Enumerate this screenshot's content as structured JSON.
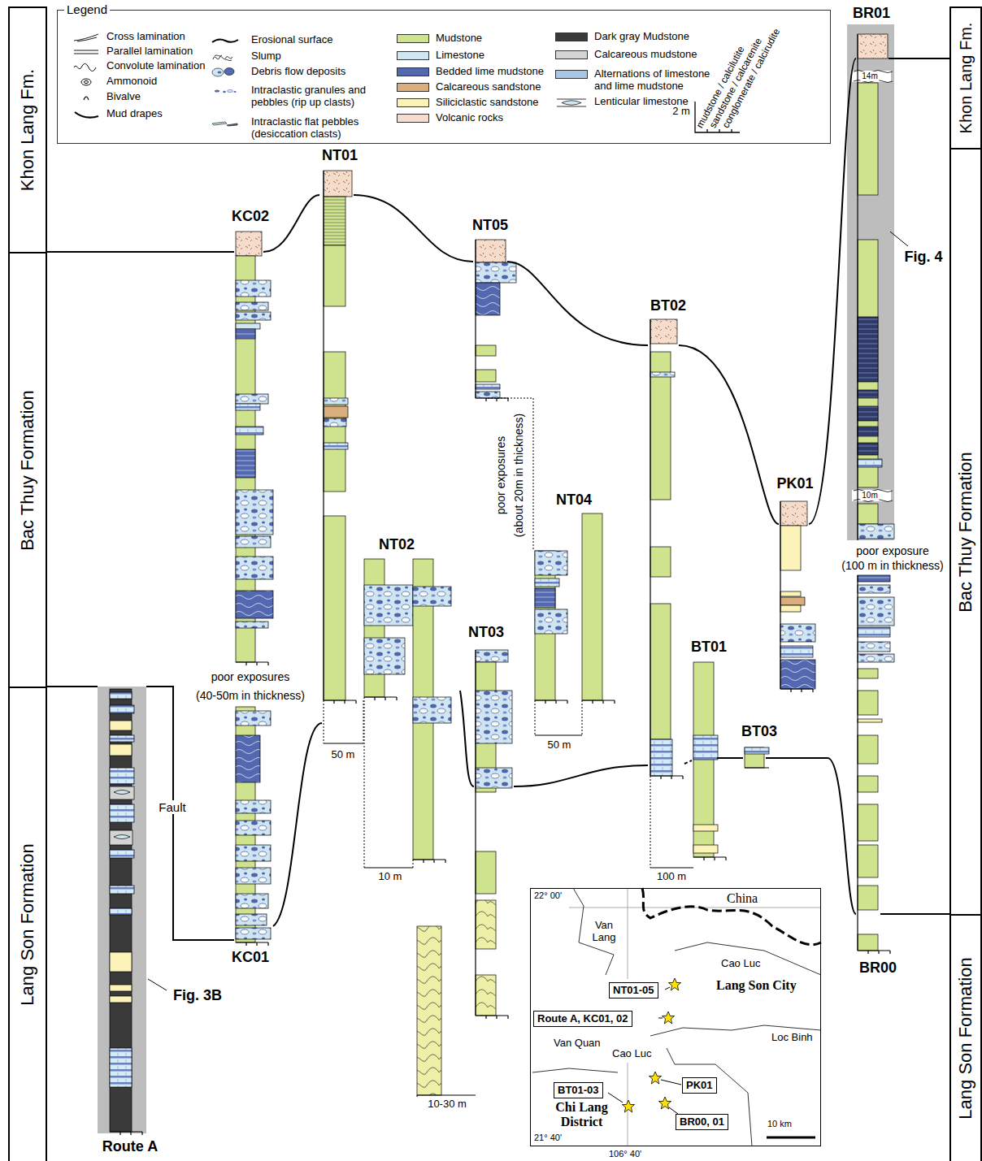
{
  "diagram": {
    "nodes": [
      {
        "text": [
          "Khon Lang Fm."
        ]
      },
      {
        "text": [
          "Bac Thuy Formation"
        ]
      },
      {
        "text": [
          "Lang Son Formation"
        ]
      },
      {
        "text": [
          "Khon Lang Fm."
        ]
      },
      {
        "text": [
          "Bac Thuy Formation"
        ]
      },
      {
        "text": [
          "Lang Son Formation"
        ]
      },
      {
        "text": [
          "Legend"
        ]
      },
      {
        "text": [
          "22° 00'",
          "China",
          "Van Lang",
          "Cao Luc",
          "Lang Son City",
          "Van Quan",
          "Cao Luc",
          "Loc Binh",
          "Chi Lang District",
          "10 km",
          "21° 40'",
          "106° 40'"
        ]
      },
      {
        "text": [
          "NT01-05"
        ],
        "in": 7
      },
      {
        "text": [
          "Route A, KC01, 02"
        ],
        "in": 7
      },
      {
        "text": [
          "PK01"
        ],
        "in": 7
      },
      {
        "text": [
          "BT01-03"
        ],
        "in": 7
      },
      {
        "text": [
          "BR00, 01"
        ],
        "in": 7
      }
    ],
    "labels": [
      "KC02",
      "NT01",
      "NT05",
      "BT02",
      "PK01",
      "BR01",
      "NT02",
      "NT04",
      "NT03",
      "BT01",
      "BT03",
      "KC01",
      "Route A",
      "BR00",
      "Fig. 4",
      "Fig. 3B",
      "Fault",
      "poor exposures",
      "(40-50m in thickness)",
      "poor exposures",
      "(about 20m in thickness)",
      "poor exposure",
      "(100 m in thickness)",
      "50 m",
      "10 m",
      "10-30 m",
      "50 m",
      "100 m",
      "14m",
      "10m",
      "2 m",
      "mudstone / calcilutite",
      "sandstone / calcarenite",
      "conglomerate / calcirudite"
    ],
    "legend": [
      {
        "text": "Cross lamination"
      },
      {
        "text": "Parallel lamination"
      },
      {
        "text": "Convolute lamination"
      },
      {
        "text": "Ammonoid"
      },
      {
        "text": "Bivalve"
      },
      {
        "text": "Mud drapes"
      },
      {
        "text": "Erosional surface"
      },
      {
        "text": "Slump"
      },
      {
        "text": "Debris flow deposits"
      },
      {
        "text": "Intraclastic granules and pebbles (rip up clasts)"
      },
      {
        "text": "Intraclastic flat pebbles (desiccation clasts)"
      },
      {
        "text": "Mudstone",
        "color": "#cfe38f"
      },
      {
        "text": "Limestone",
        "color": "#cfe8f2"
      },
      {
        "text": "Bedded lime mudstone",
        "color": "#5468b0"
      },
      {
        "text": "Calcareous sandstone",
        "color": "#d9ad7c"
      },
      {
        "text": "Siliciclastic sandstone",
        "color": "#fcf3b8"
      },
      {
        "text": "Volcanic rocks",
        "color": "#f5dccb"
      },
      {
        "text": "Dark gray Mudstone",
        "color": "#3a3a3a"
      },
      {
        "text": "Calcareous mudstone",
        "color": "#d4d4d4"
      },
      {
        "text": "Alternations of limestone and lime mudstone",
        "color": "#a9c6e6"
      },
      {
        "text": "Lenticular limestone"
      }
    ]
  }
}
